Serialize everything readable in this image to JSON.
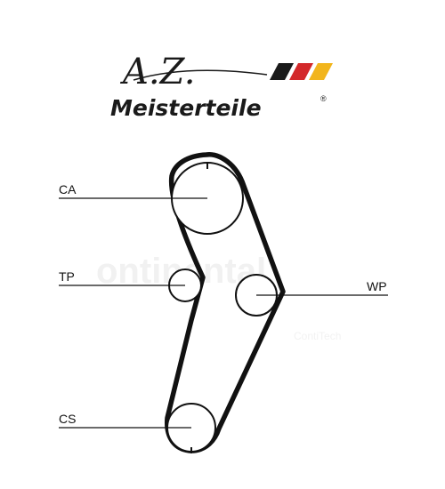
{
  "brand": {
    "script": "A.Z.",
    "name": "Meisterteile",
    "registered": "®",
    "flag_colors": [
      "#1a1a1a",
      "#d3282a",
      "#f2b51c"
    ]
  },
  "watermark": {
    "text": "ontinental",
    "sub": "ContiTech"
  },
  "diagram": {
    "belt_color": "#111111",
    "pulleys": [
      {
        "id": "CA",
        "label": "CA"
      },
      {
        "id": "TP",
        "label": "TP"
      },
      {
        "id": "WP",
        "label": "WP"
      },
      {
        "id": "CS",
        "label": "CS"
      }
    ]
  }
}
